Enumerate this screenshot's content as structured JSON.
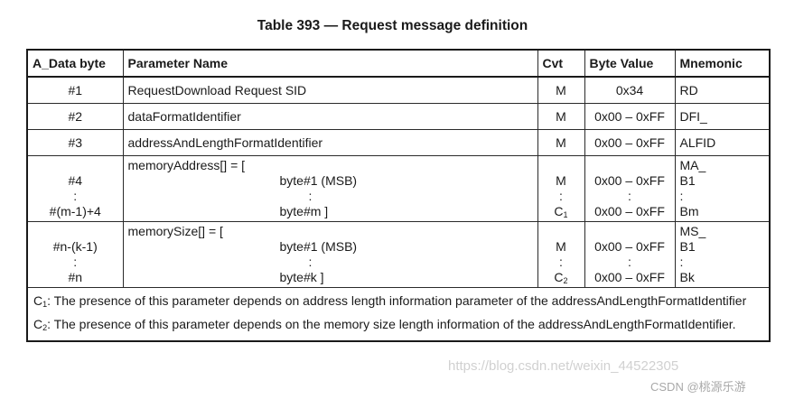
{
  "caption": "Table 393 — Request message definition",
  "headers": [
    "A_Data byte",
    "Parameter Name",
    "Cvt",
    "Byte Value",
    "Mnemonic"
  ],
  "rows": [
    {
      "byte": "#1",
      "name": "RequestDownload Request SID",
      "cvt": "M",
      "value": "0x34",
      "mnemonic": "RD"
    },
    {
      "byte": "#2",
      "name": "dataFormatIdentifier",
      "cvt": "M",
      "value": "0x00 – 0xFF",
      "mnemonic": "DFI_"
    },
    {
      "byte": "#3",
      "name": "addressAndLengthFormatIdentifier",
      "cvt": "M",
      "value": "0x00 – 0xFF",
      "mnemonic": "ALFID"
    }
  ],
  "group1": {
    "byte_first": "#4",
    "byte_dots": ":",
    "byte_last": "#(m-1)+4",
    "name_head": "memoryAddress[] = [",
    "name_first": "byte#1 (MSB)",
    "name_dots": ":",
    "name_last": "byte#m ]",
    "cvt_first": "M",
    "cvt_dots": ":",
    "cvt_last": "C",
    "cvt_last_sub": "1",
    "value_first": "0x00 – 0xFF",
    "value_dots": ":",
    "value_last": "0x00 – 0xFF",
    "mn_head": "MA_",
    "mn_first": "B1",
    "mn_dots": ":",
    "mn_last": "Bm"
  },
  "group2": {
    "byte_first": "#n-(k-1)",
    "byte_dots": ":",
    "byte_last": "#n",
    "name_head": "memorySize[] = [",
    "name_first": "byte#1 (MSB)",
    "name_dots": ":",
    "name_last": "byte#k ]",
    "cvt_first": "M",
    "cvt_dots": ":",
    "cvt_last": "C",
    "cvt_last_sub": "2",
    "value_first": "0x00 – 0xFF",
    "value_dots": ":",
    "value_last": "0x00 – 0xFF",
    "mn_head": "MS_",
    "mn_first": "B1",
    "mn_dots": ":",
    "mn_last": "Bk"
  },
  "notes": [
    {
      "c": "C",
      "sub": "1",
      "text": ": The presence of this parameter depends on address length information parameter of the addressAndLengthFormatIdentifier"
    },
    {
      "c": "C",
      "sub": "2",
      "text": ": The presence of this parameter depends on the memory size length information of the addressAndLengthFormatIdentifier."
    }
  ],
  "watermark_url": "https://blog.csdn.net/weixin_44522305",
  "watermark_brand": "CSDN @桃源乐游"
}
